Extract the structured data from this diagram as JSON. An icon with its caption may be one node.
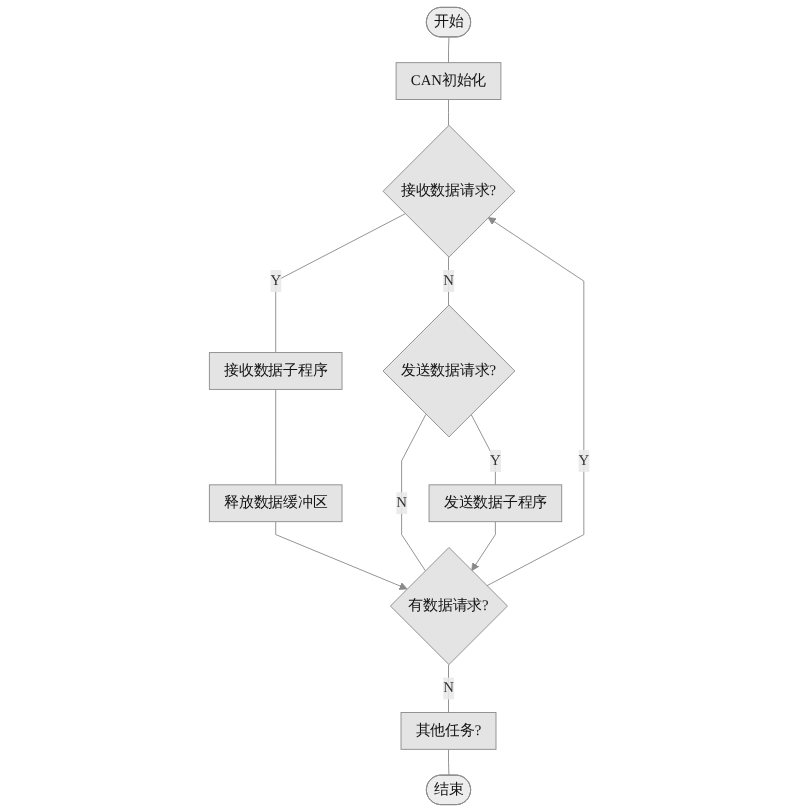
{
  "diagram": {
    "nodes": [
      {
        "text": [
          "开始"
        ]
      },
      {
        "text": [
          "CAN初始化"
        ]
      },
      {
        "text": [
          "接收数据请求?"
        ]
      },
      {
        "text": [
          "接收数据子程序"
        ]
      },
      {
        "text": [
          "发送数据请求?"
        ]
      },
      {
        "text": [
          "释放数据缓冲区"
        ]
      },
      {
        "text": [
          "发送数据子程序"
        ]
      },
      {
        "text": [
          "有数据请求?"
        ]
      },
      {
        "text": [
          "其他任务?"
        ]
      },
      {
        "text": [
          "结束"
        ]
      }
    ],
    "edges": [
      {
        "from": 0,
        "to": 1,
        "arrow": "none"
      },
      {
        "from": 1,
        "to": 2,
        "arrow": "none"
      },
      {
        "from": 2,
        "to": 3,
        "arrow": "none",
        "label": "Y"
      },
      {
        "from": 3,
        "to": 5,
        "arrow": "none"
      },
      {
        "from": 2,
        "to": 4,
        "arrow": "none",
        "label": "N"
      },
      {
        "from": 4,
        "to": 6,
        "arrow": "none",
        "label": "Y"
      },
      {
        "from": 5,
        "to": 7,
        "arrow": "to"
      },
      {
        "from": 4,
        "to": 7,
        "arrow": "none",
        "label": "N"
      },
      {
        "from": 6,
        "to": 7,
        "arrow": "to"
      },
      {
        "from": 7,
        "to": 2,
        "arrow": "to",
        "label": "Y"
      },
      {
        "from": 7,
        "to": 8,
        "arrow": "none",
        "label": "N"
      },
      {
        "from": 8,
        "to": 9,
        "arrow": "none"
      }
    ]
  }
}
